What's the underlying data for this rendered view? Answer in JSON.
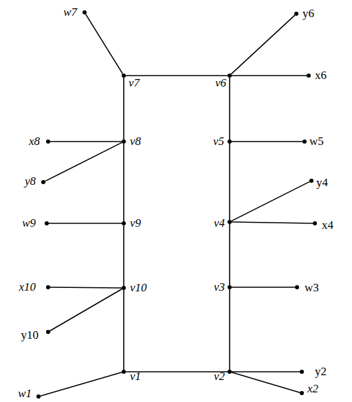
{
  "diagram": {
    "nodes": [
      {
        "text": [
          "w7"
        ]
      },
      {
        "text": [
          "y6"
        ]
      },
      {
        "text": [
          "v7"
        ]
      },
      {
        "text": [
          "v6"
        ]
      },
      {
        "text": [
          "x6"
        ]
      },
      {
        "text": [
          "x8"
        ]
      },
      {
        "text": [
          "v8"
        ]
      },
      {
        "text": [
          "v5"
        ]
      },
      {
        "text": [
          "w5"
        ]
      },
      {
        "text": [
          "y8"
        ]
      },
      {
        "text": [
          "y4"
        ]
      },
      {
        "text": [
          "w9"
        ]
      },
      {
        "text": [
          "v9"
        ]
      },
      {
        "text": [
          "v4"
        ]
      },
      {
        "text": [
          "x4"
        ]
      },
      {
        "text": [
          "x10"
        ]
      },
      {
        "text": [
          "v10"
        ]
      },
      {
        "text": [
          "v3"
        ]
      },
      {
        "text": [
          "w3"
        ]
      },
      {
        "text": [
          "y10"
        ]
      },
      {
        "text": [
          "v1"
        ]
      },
      {
        "text": [
          "v2"
        ]
      },
      {
        "text": [
          "y2"
        ]
      },
      {
        "text": [
          "w1"
        ]
      },
      {
        "text": [
          "x2"
        ]
      }
    ],
    "edges": [
      {
        "from": 20,
        "to": 21,
        "arrow": "none"
      },
      {
        "from": 21,
        "to": 17,
        "arrow": "none"
      },
      {
        "from": 17,
        "to": 13,
        "arrow": "none"
      },
      {
        "from": 13,
        "to": 7,
        "arrow": "none"
      },
      {
        "from": 7,
        "to": 3,
        "arrow": "none"
      },
      {
        "from": 3,
        "to": 2,
        "arrow": "none"
      },
      {
        "from": 2,
        "to": 6,
        "arrow": "none"
      },
      {
        "from": 6,
        "to": 12,
        "arrow": "none"
      },
      {
        "from": 12,
        "to": 16,
        "arrow": "none"
      },
      {
        "from": 16,
        "to": 20,
        "arrow": "none"
      },
      {
        "from": 2,
        "to": 0,
        "arrow": "none"
      },
      {
        "from": 3,
        "to": 1,
        "arrow": "none"
      },
      {
        "from": 3,
        "to": 4,
        "arrow": "none"
      },
      {
        "from": 6,
        "to": 5,
        "arrow": "none"
      },
      {
        "from": 6,
        "to": 9,
        "arrow": "none"
      },
      {
        "from": 7,
        "to": 8,
        "arrow": "none"
      },
      {
        "from": 13,
        "to": 10,
        "arrow": "none"
      },
      {
        "from": 13,
        "to": 14,
        "arrow": "none"
      },
      {
        "from": 12,
        "to": 11,
        "arrow": "none"
      },
      {
        "from": 17,
        "to": 18,
        "arrow": "none"
      },
      {
        "from": 16,
        "to": 15,
        "arrow": "none"
      },
      {
        "from": 16,
        "to": 19,
        "arrow": "none"
      },
      {
        "from": 20,
        "to": 23,
        "arrow": "none"
      },
      {
        "from": 21,
        "to": 22,
        "arrow": "none"
      },
      {
        "from": 21,
        "to": 24,
        "arrow": "none"
      }
    ]
  }
}
